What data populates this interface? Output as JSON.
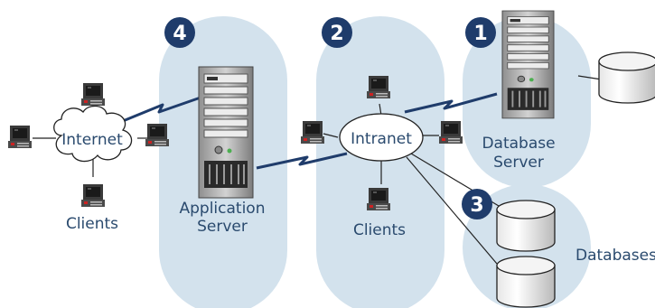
{
  "badges": {
    "b4": "4",
    "b2": "2",
    "b1": "1",
    "b3": "3"
  },
  "labels": {
    "internet": "Internet",
    "intranet": "Intranet",
    "clients_left": "Clients",
    "clients_mid": "Clients",
    "app_server_line1": "Application",
    "app_server_line2": "Server",
    "db_server_line1": "Database",
    "db_server_line2": "Server",
    "databases": "Databases"
  },
  "colors": {
    "zone_fill": "#d3e2ed",
    "badge_fill": "#1f3c6b",
    "label_text": "#2a4a6e",
    "line": "#1f3c6b"
  },
  "icons": {
    "client": "desktop-computer-icon",
    "server": "tower-server-icon",
    "database": "database-cylinder-icon",
    "network": "cloud-icon"
  }
}
